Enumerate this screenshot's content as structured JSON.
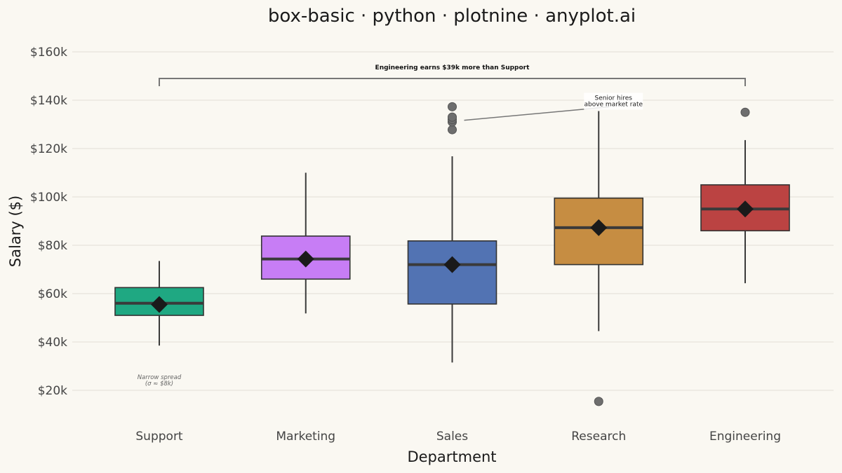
{
  "chart_data": {
    "type": "box",
    "title": "box-basic · python · plotnine · anyplot.ai",
    "xlabel": "Department",
    "ylabel": "Salary ($)",
    "ylim": [
      8000,
      165000
    ],
    "y_ticks": [
      20000,
      40000,
      60000,
      80000,
      100000,
      120000,
      140000,
      160000
    ],
    "y_tick_labels": [
      "$20k",
      "$40k",
      "$60k",
      "$80k",
      "$100k",
      "$120k",
      "$140k",
      "$160k"
    ],
    "grid": true,
    "legend": "none",
    "categories": [
      "Support",
      "Marketing",
      "Sales",
      "Research",
      "Engineering"
    ],
    "series": [
      {
        "category": "Support",
        "color": "#1FA882",
        "whisker_low": 38500,
        "q1": 51000,
        "median": 56000,
        "q3": 62500,
        "whisker_high": 73500,
        "mean": 55500,
        "outliers": []
      },
      {
        "category": "Marketing",
        "color": "#C77DF5",
        "whisker_low": 51800,
        "q1": 66000,
        "median": 74300,
        "q3": 83800,
        "whisker_high": 110000,
        "mean": 74300,
        "outliers": []
      },
      {
        "category": "Sales",
        "color": "#5273B3",
        "whisker_low": 31500,
        "q1": 55700,
        "median": 72000,
        "q3": 81800,
        "whisker_high": 116800,
        "mean": 72000,
        "outliers": [
          127800,
          131000,
          132000,
          133000,
          137300
        ]
      },
      {
        "category": "Research",
        "color": "#C68D42",
        "whisker_low": 44500,
        "q1": 72000,
        "median": 87300,
        "q3": 99500,
        "whisker_high": 135500,
        "mean": 87300,
        "outliers": [
          15400
        ]
      },
      {
        "category": "Engineering",
        "color": "#BB4342",
        "whisker_low": 64300,
        "q1": 86000,
        "median": 95000,
        "q3": 105000,
        "whisker_high": 123500,
        "mean": 95000,
        "outliers": [
          135000
        ]
      }
    ],
    "annotations": {
      "bracket_label": "Engineering earns $39k more than Support",
      "bracket_value": 149000,
      "senior_line1": "Senior hires",
      "senior_line2": "above market rate",
      "narrow_line1": "Narrow spread",
      "narrow_line2": "(σ ≈ $8k)"
    }
  }
}
